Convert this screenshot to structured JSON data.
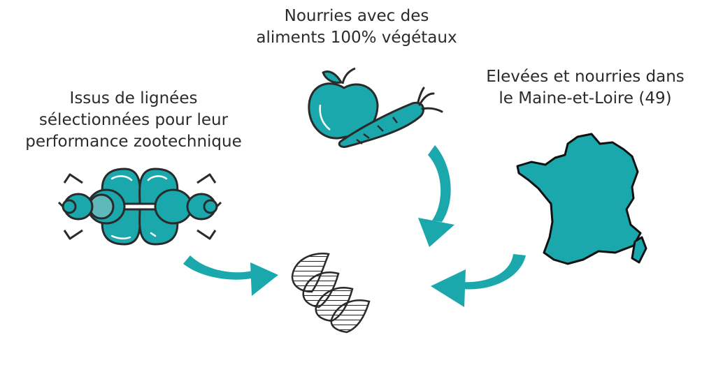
{
  "labels": {
    "food": [
      "Nourries avec des",
      "aliments 100% végétaux"
    ],
    "lines": [
      "Issus de lignées",
      "sélectionnées pour leur",
      "performance zootechnique"
    ],
    "origin": [
      "Elevées et nourries dans",
      "le Maine-et-Loire (49)"
    ]
  },
  "colors": {
    "accent": "#1aa8ad",
    "outline": "#2a2a2a",
    "text": "#2b2b2b"
  },
  "icons": [
    "flies-icon",
    "apple-carrot-icon",
    "france-map-icon",
    "larvae-icon",
    "arrow-icon"
  ]
}
